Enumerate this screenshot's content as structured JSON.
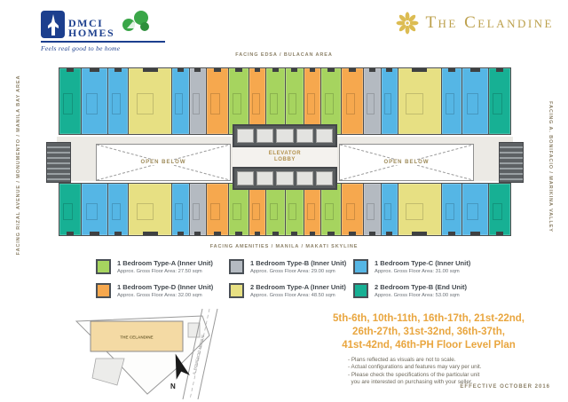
{
  "page": {
    "effective": "EFFECTIVE OCTOBER 2016"
  },
  "header": {
    "logo": {
      "name1": "DMCI",
      "name2": "HOMES",
      "tagline": "Feels real good to be home"
    },
    "brand": {
      "title": "The Celandine",
      "color": "#bca04c"
    }
  },
  "plan": {
    "facing_top": "FACING EDSA / BULACAN AREA",
    "facing_bottom": "FACING AMENITIES / MANILA / MAKATI SKYLINE",
    "facing_left": "FACING RIZAL AVENUE / MONUMENTO / MANILA BAY AREA",
    "facing_right": "FACING A. BONIFACIO / MARIKINA VALLEY",
    "open_below": "OPEN BELOW",
    "elevator_line1": "ELEVATOR",
    "elevator_line2": "LOBBY",
    "unit_colors": {
      "one_br_a_green": "#a6d45f",
      "one_br_b_gray": "#b4bac1",
      "one_br_c_blue": "#55b6e5",
      "one_br_d_orange": "#f6a84e",
      "two_br_a_yellow": "#e7e083",
      "two_br_b_teal": "#17b094"
    },
    "top_row": [
      {
        "t": "2 Bedroom Type-B",
        "c": "#17b094",
        "w": 1.3
      },
      {
        "t": "1 Bedroom Type-C",
        "c": "#55b6e5",
        "w": 1.6
      },
      {
        "t": "1 Bedroom Type-C",
        "c": "#55b6e5",
        "w": 1.2
      },
      {
        "t": "2 Bedroom Type-A",
        "c": "#e7e083",
        "w": 2.6
      },
      {
        "t": "1 Bedroom Type-C",
        "c": "#55b6e5",
        "w": 1.0
      },
      {
        "t": "1 Bedroom Type-B",
        "c": "#b4bac1",
        "w": 1.0
      },
      {
        "t": "1 Bedroom Type-D",
        "c": "#f6a84e",
        "w": 1.3
      },
      {
        "t": "1 Bedroom Type-A",
        "c": "#a6d45f",
        "w": 1.2
      },
      {
        "t": "1 Bedroom Type-D",
        "c": "#f6a84e",
        "w": 1.0
      },
      {
        "t": "1 Bedroom Type-A",
        "c": "#a6d45f",
        "w": 1.1
      },
      {
        "t": "1 Bedroom Type-A",
        "c": "#a6d45f",
        "w": 1.1
      },
      {
        "t": "1 Bedroom Type-D",
        "c": "#f6a84e",
        "w": 1.0
      },
      {
        "t": "1 Bedroom Type-A",
        "c": "#a6d45f",
        "w": 1.2
      },
      {
        "t": "1 Bedroom Type-D",
        "c": "#f6a84e",
        "w": 1.3
      },
      {
        "t": "1 Bedroom Type-B",
        "c": "#b4bac1",
        "w": 1.0
      },
      {
        "t": "1 Bedroom Type-C",
        "c": "#55b6e5",
        "w": 1.0
      },
      {
        "t": "2 Bedroom Type-A",
        "c": "#e7e083",
        "w": 2.6
      },
      {
        "t": "1 Bedroom Type-C",
        "c": "#55b6e5",
        "w": 1.2
      },
      {
        "t": "1 Bedroom Type-C",
        "c": "#55b6e5",
        "w": 1.6
      },
      {
        "t": "2 Bedroom Type-B",
        "c": "#17b094",
        "w": 1.3
      }
    ],
    "bottom_row": [
      {
        "t": "2 Bedroom Type-B",
        "c": "#17b094",
        "w": 1.3
      },
      {
        "t": "1 Bedroom Type-C",
        "c": "#55b6e5",
        "w": 1.6
      },
      {
        "t": "1 Bedroom Type-C",
        "c": "#55b6e5",
        "w": 1.2
      },
      {
        "t": "2 Bedroom Type-A",
        "c": "#e7e083",
        "w": 2.6
      },
      {
        "t": "1 Bedroom Type-C",
        "c": "#55b6e5",
        "w": 1.0
      },
      {
        "t": "1 Bedroom Type-B",
        "c": "#b4bac1",
        "w": 1.0
      },
      {
        "t": "1 Bedroom Type-D",
        "c": "#f6a84e",
        "w": 1.3
      },
      {
        "t": "1 Bedroom Type-A",
        "c": "#a6d45f",
        "w": 1.2
      },
      {
        "t": "1 Bedroom Type-D",
        "c": "#f6a84e",
        "w": 1.0
      },
      {
        "t": "1 Bedroom Type-A",
        "c": "#a6d45f",
        "w": 1.1
      },
      {
        "t": "1 Bedroom Type-A",
        "c": "#a6d45f",
        "w": 1.1
      },
      {
        "t": "1 Bedroom Type-D",
        "c": "#f6a84e",
        "w": 1.0
      },
      {
        "t": "1 Bedroom Type-A",
        "c": "#a6d45f",
        "w": 1.2
      },
      {
        "t": "1 Bedroom Type-D",
        "c": "#f6a84e",
        "w": 1.3
      },
      {
        "t": "1 Bedroom Type-B",
        "c": "#b4bac1",
        "w": 1.0
      },
      {
        "t": "1 Bedroom Type-C",
        "c": "#55b6e5",
        "w": 1.0
      },
      {
        "t": "2 Bedroom Type-A",
        "c": "#e7e083",
        "w": 2.6
      },
      {
        "t": "1 Bedroom Type-C",
        "c": "#55b6e5",
        "w": 1.2
      },
      {
        "t": "1 Bedroom Type-C",
        "c": "#55b6e5",
        "w": 1.6
      },
      {
        "t": "2 Bedroom Type-B",
        "c": "#17b094",
        "w": 1.3
      }
    ]
  },
  "legend": {
    "items": [
      {
        "color": "#a6d45f",
        "label": "1 Bedroom Type-A (Inner Unit)",
        "area": "Approx. Gross Floor Area: 27.50 sqm"
      },
      {
        "color": "#b4bac1",
        "label": "1 Bedroom Type-B (Inner Unit)",
        "area": "Approx. Gross Floor Area: 29.00 sqm"
      },
      {
        "color": "#55b6e5",
        "label": "1 Bedroom Type-C (Inner Unit)",
        "area": "Approx. Gross Floor Area: 31.00 sqm"
      },
      {
        "color": "#f6a84e",
        "label": "1 Bedroom Type-D (Inner Unit)",
        "area": "Approx. Gross Floor Area: 32.00 sqm"
      },
      {
        "color": "#e7e083",
        "label": "2 Bedroom Type-A (Inner Unit)",
        "area": "Approx. Gross Floor Area: 48.50 sqm"
      },
      {
        "color": "#17b094",
        "label": "2 Bedroom Type-B (End Unit)",
        "area": "Approx. Gross Floor Area: 53.00 sqm"
      }
    ]
  },
  "sitemap": {
    "building": "THE CELANDINE",
    "road": "A. BONIFACIO AVENUE",
    "north": "N"
  },
  "footer": {
    "heading_lines": [
      "5th-6th, 10th-11th, 16th-17th, 21st-22nd,",
      "26th-27th, 31st-32nd, 36th-37th,",
      "41st-42nd, 46th-PH Floor Level Plan"
    ],
    "notes": [
      "- Plans reflected as visuals are not to scale.",
      "- Actual configurations and features may vary per unit.",
      "- Please check the specifications of the particular unit",
      "  you are interested on purchasing with your seller."
    ]
  }
}
